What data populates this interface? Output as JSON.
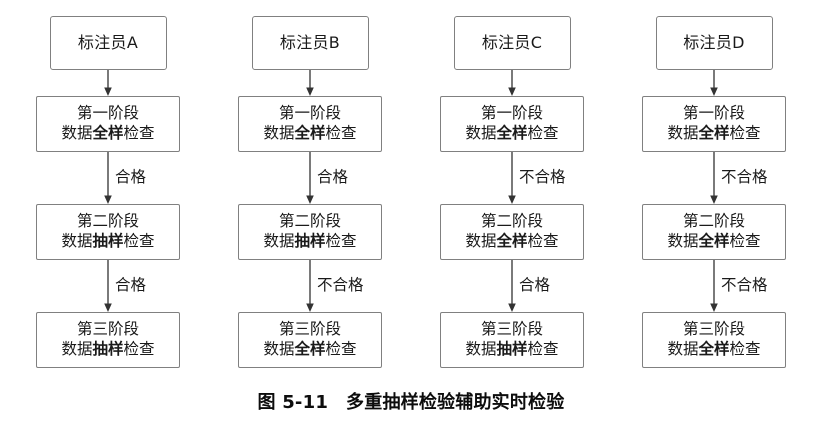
{
  "figure": {
    "caption_number": "图 5-11",
    "caption_title": "多重抽样检验辅助实时检验"
  },
  "labels": {
    "stage1_line1": "第一阶段",
    "stage2_line1": "第二阶段",
    "stage3_line1": "第三阶段",
    "data_prefix": "数据",
    "check_suffix": "检查",
    "full_sample": "全样",
    "spot_sample": "抽样",
    "pass": "合格",
    "fail": "不合格"
  },
  "colors": {
    "box_border": "#808080",
    "text": "#1a1a1a",
    "arrow": "#333333",
    "background": "#ffffff"
  },
  "columns": [
    {
      "annotator": "标注员A",
      "stages": [
        {
          "line1": "第一阶段",
          "pre": "数据",
          "emph": "全样",
          "post": "检查"
        },
        {
          "line1": "第二阶段",
          "pre": "数据",
          "emph": "抽样",
          "post": "检查"
        },
        {
          "line1": "第三阶段",
          "pre": "数据",
          "emph": "抽样",
          "post": "检查"
        }
      ],
      "edges": [
        "",
        "合格",
        "合格"
      ]
    },
    {
      "annotator": "标注员B",
      "stages": [
        {
          "line1": "第一阶段",
          "pre": "数据",
          "emph": "全样",
          "post": "检查"
        },
        {
          "line1": "第二阶段",
          "pre": "数据",
          "emph": "抽样",
          "post": "检查"
        },
        {
          "line1": "第三阶段",
          "pre": "数据",
          "emph": "全样",
          "post": "检查"
        }
      ],
      "edges": [
        "",
        "合格",
        "不合格"
      ]
    },
    {
      "annotator": "标注员C",
      "stages": [
        {
          "line1": "第一阶段",
          "pre": "数据",
          "emph": "全样",
          "post": "检查"
        },
        {
          "line1": "第二阶段",
          "pre": "数据",
          "emph": "全样",
          "post": "检查"
        },
        {
          "line1": "第三阶段",
          "pre": "数据",
          "emph": "抽样",
          "post": "检查"
        }
      ],
      "edges": [
        "",
        "不合格",
        "合格"
      ]
    },
    {
      "annotator": "标注员D",
      "stages": [
        {
          "line1": "第一阶段",
          "pre": "数据",
          "emph": "全样",
          "post": "检查"
        },
        {
          "line1": "第二阶段",
          "pre": "数据",
          "emph": "全样",
          "post": "检查"
        },
        {
          "line1": "第三阶段",
          "pre": "数据",
          "emph": "全样",
          "post": "检查"
        }
      ],
      "edges": [
        "",
        "不合格",
        "不合格"
      ]
    }
  ]
}
